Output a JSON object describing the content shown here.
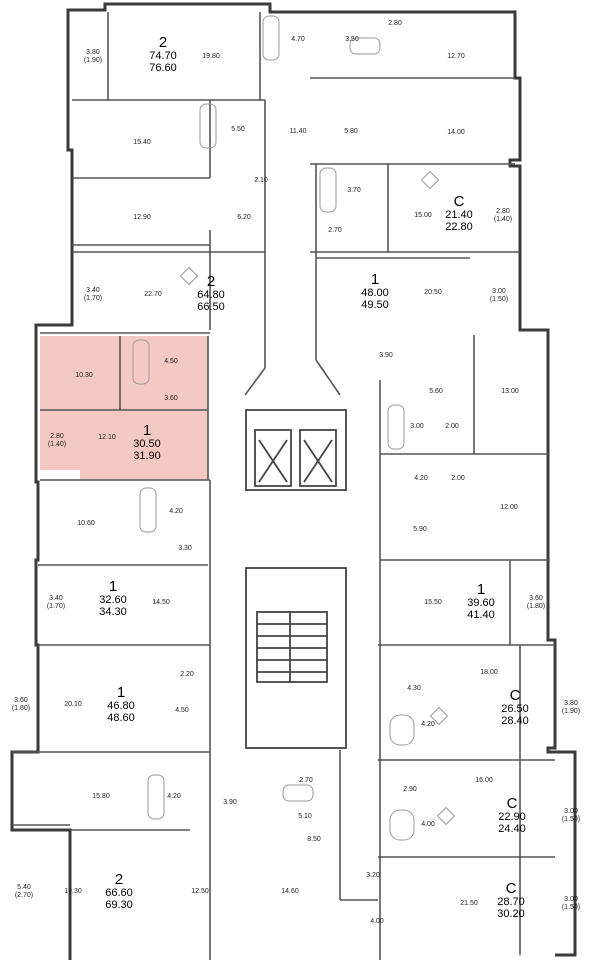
{
  "colors": {
    "wall": "#3a3a3a",
    "highlight": "#f4c9c4",
    "fixture": "#9a9a9a"
  },
  "apartments": [
    {
      "rooms": "2",
      "total": "74.70",
      "total2": "76.60"
    },
    {
      "rooms": "2",
      "total": "64.80",
      "total2": "66.50"
    },
    {
      "rooms": "1",
      "total": "30.50",
      "total2": "31.90",
      "highlighted": true
    },
    {
      "rooms": "1",
      "total": "32.60",
      "total2": "34.30"
    },
    {
      "rooms": "1",
      "total": "46.80",
      "total2": "48.60"
    },
    {
      "rooms": "2",
      "total": "66.60",
      "total2": "69.30"
    },
    {
      "rooms": "C",
      "total": "21.40",
      "total2": "22.80"
    },
    {
      "rooms": "1",
      "total": "48.00",
      "total2": "49.50"
    },
    {
      "rooms": "1",
      "total": "39.60",
      "total2": "41.40"
    },
    {
      "rooms": "C",
      "total": "26.50",
      "total2": "28.40"
    },
    {
      "rooms": "C",
      "total": "22.90",
      "total2": "24.40"
    },
    {
      "rooms": "C",
      "total": "28.70",
      "total2": "30.20"
    }
  ],
  "areas": [
    "19.80",
    "4.70",
    "3.50",
    "2.80",
    "12.70",
    "15.40",
    "5.50",
    "11.40",
    "5.80",
    "14.00",
    "2.10",
    "3.70",
    "12.90",
    "6.20",
    "15.00",
    "2.70",
    "22.70",
    "20.50",
    "10.30",
    "4.50",
    "3.90",
    "3.60",
    "5.60",
    "13.00",
    "12.10",
    "3.00",
    "2.00",
    "4.20",
    "2.00",
    "10.60",
    "4.20",
    "12.00",
    "3.30",
    "5.90",
    "14.50",
    "15.50",
    "2.20",
    "18.00",
    "20.10",
    "4.50",
    "4.30",
    "4.20",
    "2.70",
    "15.80",
    "4.20",
    "3.90",
    "5.10",
    "16.00",
    "2.90",
    "4.00",
    "8.50",
    "19.30",
    "12.50",
    "14.60",
    "3.20",
    "21.50",
    "4.00"
  ],
  "balconies": [
    {
      "area": "3.80",
      "reduced": "(1.90)"
    },
    {
      "area": "2.80",
      "reduced": "(1.40)"
    },
    {
      "area": "3.40",
      "reduced": "(1.70)"
    },
    {
      "area": "3.00",
      "reduced": "(1.50)"
    },
    {
      "area": "2.80",
      "reduced": "(1.40)"
    },
    {
      "area": "3.40",
      "reduced": "(1.70)"
    },
    {
      "area": "3.60",
      "reduced": "(1.80)"
    },
    {
      "area": "3.60",
      "reduced": "(1.80)"
    },
    {
      "area": "3.80",
      "reduced": "(1.90)"
    },
    {
      "area": "3.00",
      "reduced": "(1.50)"
    },
    {
      "area": "5.40",
      "reduced": "(2.70)"
    },
    {
      "area": "3.00",
      "reduced": "(1.50)"
    }
  ]
}
